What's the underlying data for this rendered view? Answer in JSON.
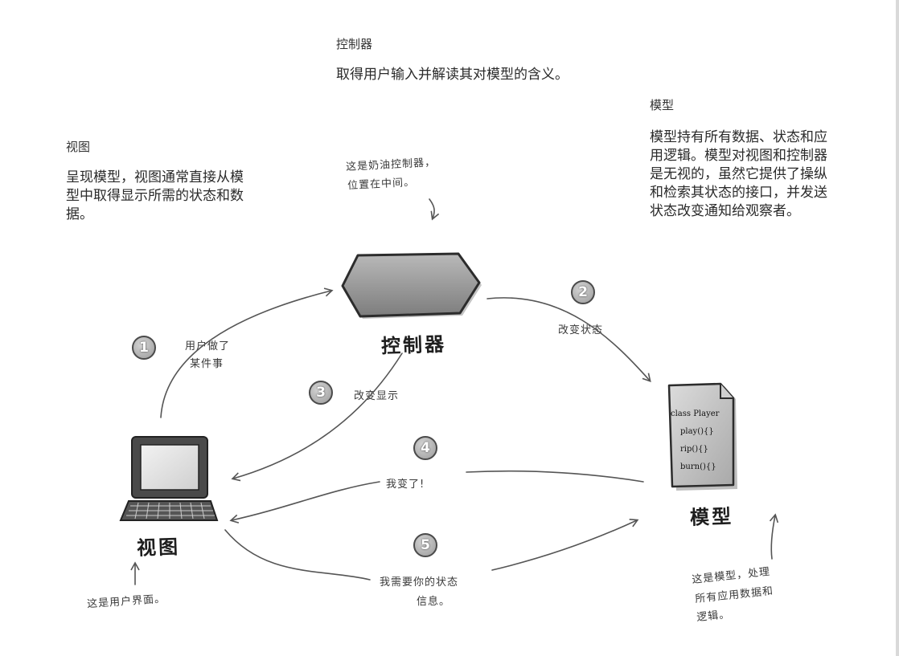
{
  "controller": {
    "heading": "控制器",
    "description": "取得用户输入并解读其对模型的含义。",
    "note": [
      "这是奶油控制器，",
      "位置在中间。"
    ],
    "label": "控制器"
  },
  "model": {
    "heading": "模型",
    "description": "模型持有所有数据、状态和应用逻辑。模型对视图和控制器是无视的，虽然它提供了操纵和检索其状态的接口，并发送状态改变通知给观察者。",
    "note": [
      "这是模型，处理",
      "所有应用数据和",
      "逻辑。"
    ],
    "label": "模型",
    "code": [
      "class Player",
      "play(){}",
      "rip(){}",
      "burn(){}"
    ]
  },
  "view": {
    "heading": "视图",
    "description": "呈现模型，视图通常直接从模型中取得显示所需的状态和数据。",
    "note": "这是用户界面。",
    "label": "视图"
  },
  "steps": [
    {
      "number": "1",
      "text": [
        "用户做了",
        "某件事"
      ]
    },
    {
      "number": "2",
      "text": [
        "改变状态"
      ]
    },
    {
      "number": "3",
      "text": [
        "改变显示"
      ]
    },
    {
      "number": "4",
      "text": [
        "我变了!"
      ]
    },
    {
      "number": "5",
      "text": [
        "我需要你的状态",
        "信息。"
      ]
    }
  ]
}
